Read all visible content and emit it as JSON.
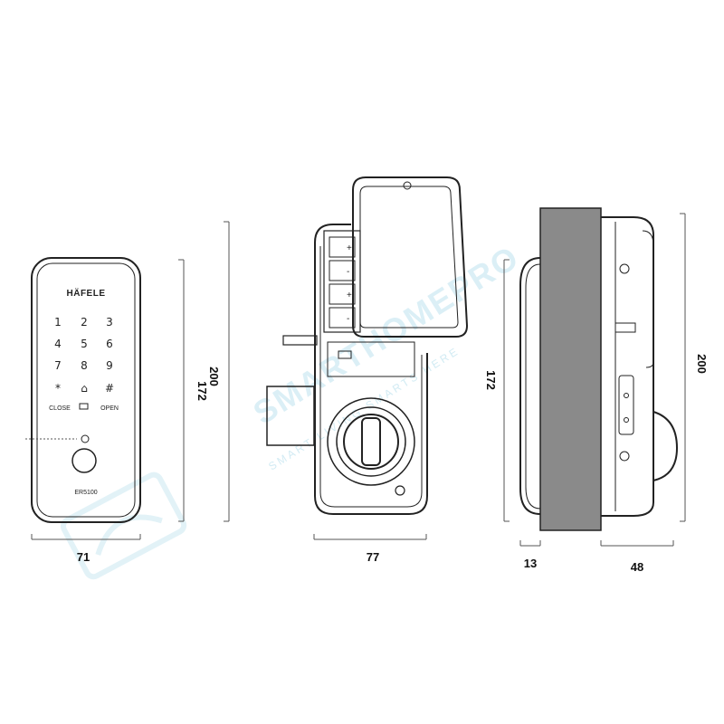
{
  "brand": "HÄFELE",
  "model": "ER5100",
  "keypad": {
    "keys": [
      "1",
      "2",
      "3",
      "4",
      "5",
      "6",
      "7",
      "8",
      "9",
      "*",
      "⌂",
      "#"
    ],
    "close_label": "CLOSE",
    "open_label": "OPEN"
  },
  "dimensions": {
    "front_width": "71",
    "front_height_inner": "172",
    "front_height_outer": "200",
    "back_width": "77",
    "side_height_inner": "172",
    "side_height_outer": "200",
    "side_door": "13",
    "side_body": "48"
  },
  "battery_signs": [
    "+",
    "-",
    "+",
    "-"
  ],
  "watermark": {
    "main": "SMARTHOMEPRO",
    "sub": "SMART LIVING SMARTS HERE"
  }
}
